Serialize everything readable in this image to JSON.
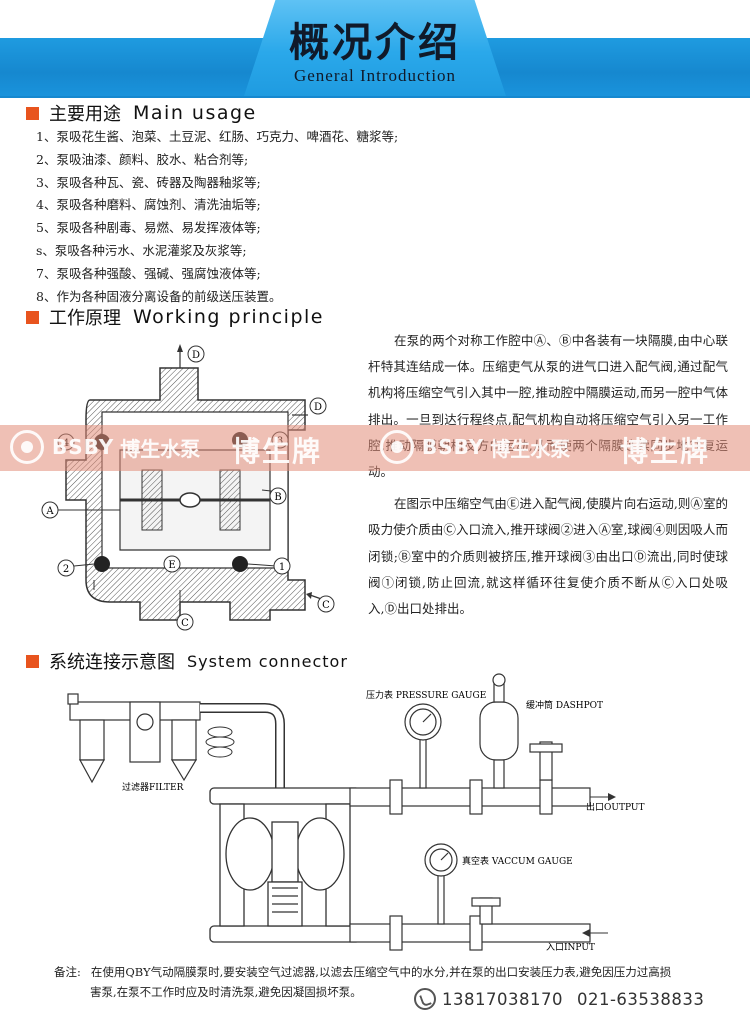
{
  "header": {
    "title_cn": "概况介绍",
    "title_en": "General  Introduction"
  },
  "sections": {
    "usage": {
      "title_cn": "主要用途",
      "title_en": "Main usage"
    },
    "principle": {
      "title_cn": "工作原理",
      "title_en": "Working principle"
    },
    "connector": {
      "title_cn": "系统连接示意图",
      "title_en": "System connector"
    }
  },
  "usage_items": [
    "1、泵吸花生酱、泡菜、土豆泥、红肠、巧克力、啤酒花、糖浆等;",
    "2、泵吸油漆、颜料、胶水、粘合剂等;",
    "3、泵吸各种瓦、瓷、砖器及陶器釉浆等;",
    "4、泵吸各种磨料、腐蚀剂、清洗油垢等;",
    "5、泵吸各种剧毒、易燃、易发挥液体等;",
    "s、泵吸各种污水、水泥灌浆及灰浆等;",
    "7、泵吸各种强酸、强碱、强腐蚀液体等;",
    "8、作为各种固液分离设备的前级送压装置。"
  ],
  "principle_paragraphs": [
    "在泵的两个对称工作腔中Ⓐ、Ⓑ中各装有一块隔膜,由中心联杆特其连结成一体。压缩吏气从泵的进气口进入配气阀,通过配气机构将压缩空气引入其中一腔,推动腔中隔膜运动,而另一腔中气体排出。一旦到达行程终点,配气机构自动将压缩空气引入另一工作腔,推动隔膜朝相反方向运动,从而使两个隔膜连续同步地往复运动。",
    "在图示中压缩空气由Ⓔ进入配气阀,使膜片向右运动,则Ⓐ室的吸力使介质由Ⓒ入口流入,推开球阀②进入Ⓐ室,球阀④则因吸人而闭锁;Ⓑ室中的介质则被挤压,推开球阀③由出口Ⓓ流出,同时使球阀①闭锁,防止回流,就这样循环往复使介质不断从Ⓒ入口处吸入,Ⓓ出口处排出。"
  ],
  "diagram_labels": {
    "D": "D",
    "A": "A",
    "B": "B",
    "C": "C",
    "E": "E",
    "n1": "1",
    "n2": "2",
    "n3": "3",
    "n4": "4"
  },
  "system_labels": {
    "filter": "过滤器FILTER",
    "pressure": "压力表 PRESSURE GAUGE",
    "dashpot": "缓冲筒 DASHPOT",
    "vacuum": "真空表 VACCUM GAUGE",
    "outlet": "出口OUTPUT",
    "inlet": "入口INPUT"
  },
  "watermark": {
    "en": "BSBY",
    "cn": "博生水泵",
    "big": "博生牌"
  },
  "note": {
    "label": "备注:",
    "line1": "在使用QBY气动隔膜泵时,要安装空气过滤器,以滤去压缩空气中的水分,并在泵的出口安装压力表,避免因压力过高损",
    "line2": "害泵,在泵不工作时应及时清洗泵,避免因凝固损坏泵。"
  },
  "contact": {
    "phone1": "13817038170",
    "phone2": "021-63538833"
  }
}
